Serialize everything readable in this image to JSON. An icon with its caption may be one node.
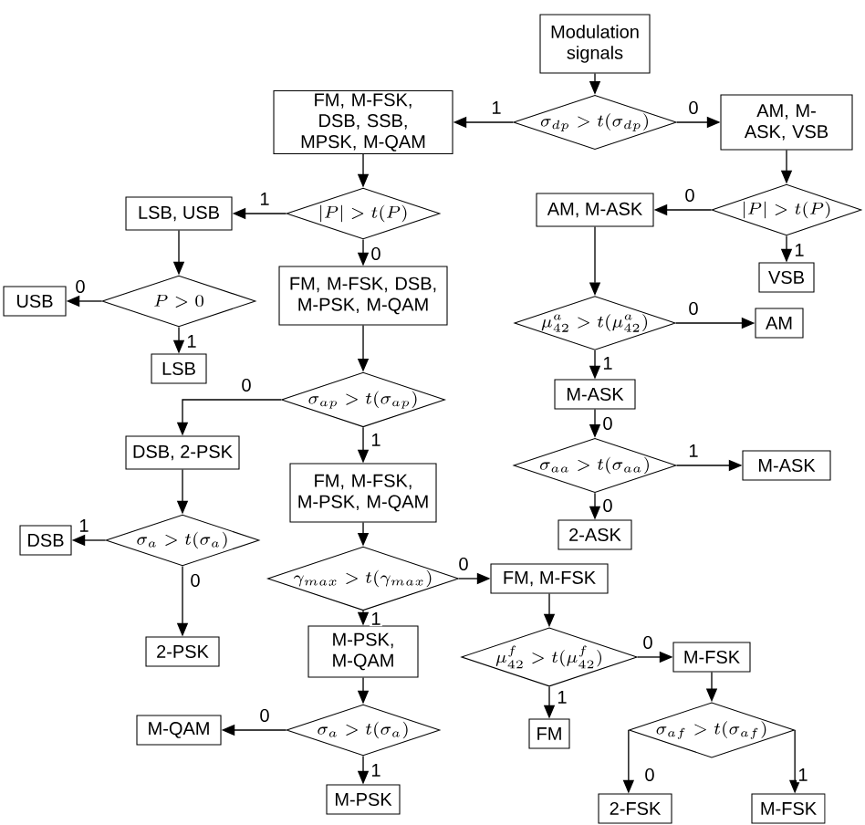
{
  "diagram": {
    "nodes": [
      {
        "text": [
          "Modulation signals"
        ]
      },
      {
        "text": [
          "\\sigma_{dp} > t(\\sigma_{dp})"
        ]
      },
      {
        "text": [
          "FM, M-FSK, DSB, SSB, MPSK, M-QAM"
        ]
      },
      {
        "text": [
          "AM, M-ASK, VSB"
        ]
      },
      {
        "text": [
          "|P| > t(P)"
        ]
      },
      {
        "text": [
          "|P| > t(P)"
        ]
      },
      {
        "text": [
          "LSB, USB"
        ]
      },
      {
        "text": [
          "AM, M-ASK"
        ]
      },
      {
        "text": [
          "VSB"
        ]
      },
      {
        "text": [
          "P > 0"
        ]
      },
      {
        "text": [
          "USB"
        ]
      },
      {
        "text": [
          "LSB"
        ]
      },
      {
        "text": [
          "FM, M-FSK, DSB, M-PSK, M-QAM"
        ]
      },
      {
        "text": [
          "\\mu_{42}^{a} > t(\\mu_{42}^{a})"
        ]
      },
      {
        "text": [
          "AM"
        ]
      },
      {
        "text": [
          "M-ASK"
        ]
      },
      {
        "text": [
          "\\sigma_{ap} > t(\\sigma_{ap})"
        ]
      },
      {
        "text": [
          "\\sigma_{aa} > t(\\sigma_{aa})"
        ]
      },
      {
        "text": [
          "M-ASK"
        ]
      },
      {
        "text": [
          "DSB, 2-PSK"
        ]
      },
      {
        "text": [
          "FM, M-FSK, M-PSK, M-QAM"
        ]
      },
      {
        "text": [
          "2-ASK"
        ]
      },
      {
        "text": [
          "\\sigma_{a} > t(\\sigma_{a})"
        ]
      },
      {
        "text": [
          "DSB"
        ]
      },
      {
        "text": [
          "\\gamma_{max} > t(\\gamma_{max})"
        ]
      },
      {
        "text": [
          "FM, M-FSK"
        ]
      },
      {
        "text": [
          "2-PSK"
        ]
      },
      {
        "text": [
          "M-PSK, M-QAM"
        ]
      },
      {
        "text": [
          "\\mu_{42}^{f} > t(\\mu_{42}^{f})"
        ]
      },
      {
        "text": [
          "M-FSK"
        ]
      },
      {
        "text": [
          "\\sigma_{a} > t(\\sigma_{a})"
        ]
      },
      {
        "text": [
          "M-QAM"
        ]
      },
      {
        "text": [
          "FM"
        ]
      },
      {
        "text": [
          "\\sigma_{af} > t(\\sigma_{af})"
        ]
      },
      {
        "text": [
          "M-PSK"
        ]
      },
      {
        "text": [
          "2-FSK"
        ]
      },
      {
        "text": [
          "M-FSK"
        ]
      }
    ],
    "edges": [
      {
        "from": 0,
        "to": 1,
        "arrow": "to"
      },
      {
        "from": 1,
        "to": 2,
        "arrow": "to",
        "label": "1"
      },
      {
        "from": 1,
        "to": 3,
        "arrow": "to",
        "label": "0"
      },
      {
        "from": 2,
        "to": 4,
        "arrow": "to"
      },
      {
        "from": 3,
        "to": 5,
        "arrow": "to"
      },
      {
        "from": 4,
        "to": 6,
        "arrow": "to",
        "label": "1"
      },
      {
        "from": 4,
        "to": 12,
        "arrow": "to",
        "label": "0"
      },
      {
        "from": 5,
        "to": 7,
        "arrow": "to",
        "label": "0"
      },
      {
        "from": 5,
        "to": 8,
        "arrow": "to",
        "label": "1"
      },
      {
        "from": 6,
        "to": 9,
        "arrow": "to"
      },
      {
        "from": 9,
        "to": 10,
        "arrow": "to",
        "label": "0"
      },
      {
        "from": 9,
        "to": 11,
        "arrow": "to",
        "label": "1"
      },
      {
        "from": 7,
        "to": 13,
        "arrow": "to"
      },
      {
        "from": 12,
        "to": 16,
        "arrow": "to"
      },
      {
        "from": 13,
        "to": 14,
        "arrow": "to",
        "label": "0"
      },
      {
        "from": 13,
        "to": 15,
        "arrow": "to",
        "label": "1"
      },
      {
        "from": 15,
        "to": 17,
        "arrow": "to",
        "label": "0"
      },
      {
        "from": 16,
        "to": 19,
        "arrow": "to",
        "label": "0"
      },
      {
        "from": 16,
        "to": 20,
        "arrow": "to",
        "label": "1"
      },
      {
        "from": 17,
        "to": 18,
        "arrow": "to",
        "label": "1"
      },
      {
        "from": 17,
        "to": 21,
        "arrow": "to",
        "label": "0"
      },
      {
        "from": 19,
        "to": 22,
        "arrow": "to"
      },
      {
        "from": 20,
        "to": 24,
        "arrow": "to"
      },
      {
        "from": 22,
        "to": 23,
        "arrow": "to",
        "label": "1"
      },
      {
        "from": 22,
        "to": 26,
        "arrow": "to",
        "label": "0"
      },
      {
        "from": 24,
        "to": 25,
        "arrow": "to",
        "label": "0"
      },
      {
        "from": 24,
        "to": 27,
        "arrow": "to",
        "label": "1"
      },
      {
        "from": 25,
        "to": 28,
        "arrow": "to"
      },
      {
        "from": 27,
        "to": 30,
        "arrow": "to"
      },
      {
        "from": 28,
        "to": 29,
        "arrow": "to",
        "label": "0"
      },
      {
        "from": 28,
        "to": 32,
        "arrow": "to",
        "label": "1"
      },
      {
        "from": 29,
        "to": 33,
        "arrow": "to"
      },
      {
        "from": 30,
        "to": 31,
        "arrow": "to",
        "label": "0"
      },
      {
        "from": 30,
        "to": 34,
        "arrow": "to",
        "label": "1"
      },
      {
        "from": 33,
        "to": 35,
        "arrow": "to",
        "label": "0"
      },
      {
        "from": 33,
        "to": 36,
        "arrow": "to",
        "label": "1"
      }
    ]
  }
}
